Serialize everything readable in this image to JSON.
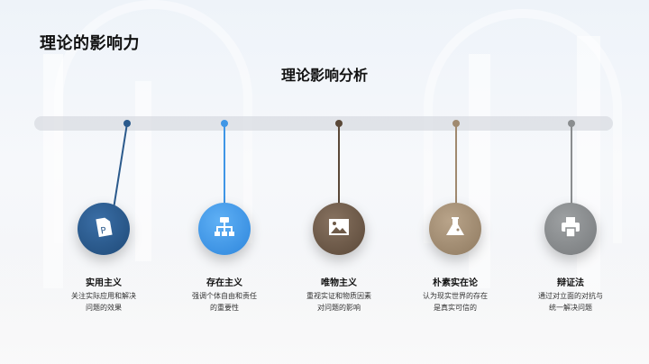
{
  "page": {
    "title": "理论的影响力",
    "section_title": "理论影响分析"
  },
  "timeline": {
    "items": [
      {
        "title": "实用主义",
        "desc_line1": "关注实际应用和解决",
        "desc_line2": "问题的效果",
        "icon": "document-p-icon",
        "color": "#2b5a8c"
      },
      {
        "title": "存在主义",
        "desc_line1": "强调个体自由和责任",
        "desc_line2": "的重要性",
        "icon": "sitemap-icon",
        "color": "#3f96e6"
      },
      {
        "title": "唯物主义",
        "desc_line1": "重视实证和物质因素",
        "desc_line2": "对问题的影响",
        "icon": "image-icon",
        "color": "#6e5a48"
      },
      {
        "title": "朴素实在论",
        "desc_line1": "认为现实世界的存在",
        "desc_line2": "是真实可信的",
        "icon": "flask-icon",
        "color": "#a08a70"
      },
      {
        "title": "辩证法",
        "desc_line1": "通过对立面的对抗与",
        "desc_line2": "统一解决问题",
        "icon": "printer-icon",
        "color": "#8a8d8f"
      }
    ]
  }
}
